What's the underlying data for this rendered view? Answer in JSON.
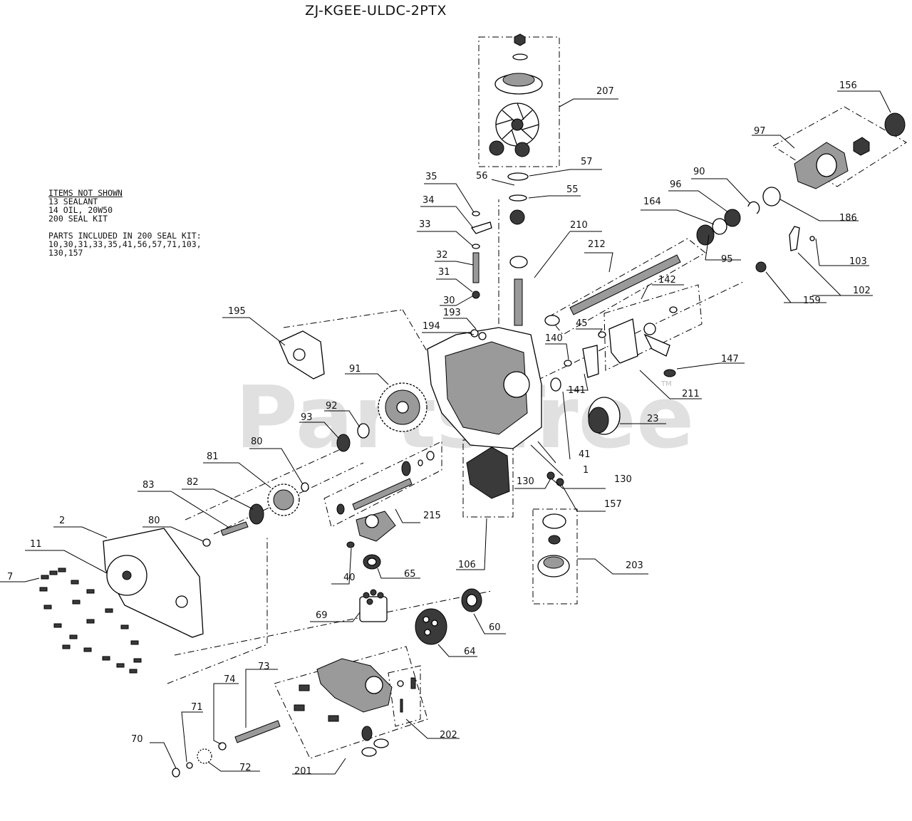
{
  "title": "ZJ-KGEE-ULDC-2PTX",
  "notes": {
    "items_header": "ITEMS NOT SHOWN",
    "items": [
      "13 SEALANT",
      "14 OIL, 20W50",
      "200 SEAL KIT"
    ],
    "kit_header": "PARTS INCLUDED IN 200 SEAL KIT:",
    "kit_lines": [
      "10,30,31,33,35,41,56,57,71,103,",
      "130,157"
    ]
  },
  "watermark": "PartsTree",
  "trademark": "TM",
  "callouts": [
    "207",
    "156",
    "97",
    "57",
    "56",
    "55",
    "35",
    "34",
    "33",
    "32",
    "31",
    "30",
    "90",
    "96",
    "164",
    "186",
    "95",
    "210",
    "212",
    "103",
    "102",
    "159",
    "142",
    "193",
    "194",
    "45",
    "140",
    "141",
    "147",
    "211",
    "23",
    "195",
    "91",
    "92",
    "93",
    "80",
    "81",
    "83",
    "82",
    "80",
    "2",
    "11",
    "7",
    "215",
    "130",
    "130",
    "157",
    "1",
    "41",
    "106",
    "40",
    "65",
    "203",
    "69",
    "60",
    "64",
    "73",
    "74",
    "71",
    "70",
    "72",
    "201",
    "202"
  ]
}
